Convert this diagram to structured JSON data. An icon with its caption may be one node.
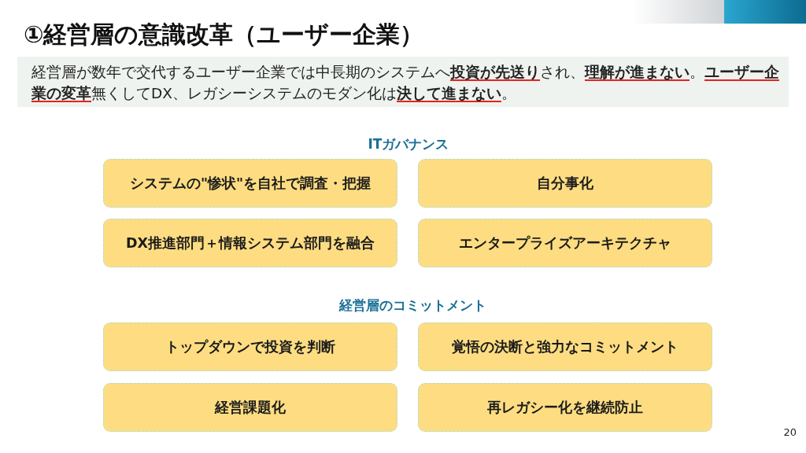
{
  "diagram": {
    "title": "①経営層の意識改革（ユーザー企業）",
    "nodes": [
      {
        "text": [
          "経営層が数年で交代するユーザー企業では中長期のシステムへ**投資が先送り**され、**理解が進まない**。**ユーザー企業の変革**無くしてDX、レガシーシステムのモダン化は**決して進まない**。"
        ]
      },
      {
        "text": [
          "システムの\"惨状\"を自社で調査・把握"
        ]
      },
      {
        "text": [
          "自分事化"
        ]
      },
      {
        "text": [
          "DX推進部門＋情報システム部門を融合"
        ]
      },
      {
        "text": [
          "エンタープライズアーキテクチャ"
        ]
      },
      {
        "text": [
          "トップダウンで投資を判断"
        ]
      },
      {
        "text": [
          "覚悟の決断と強力なコミットメント"
        ]
      },
      {
        "text": [
          "経営課題化"
        ]
      },
      {
        "text": [
          "再レガシー化を継続防止"
        ]
      }
    ],
    "labels": [
      "ITガバナンス",
      "経営層のコミットメント",
      "20"
    ]
  }
}
